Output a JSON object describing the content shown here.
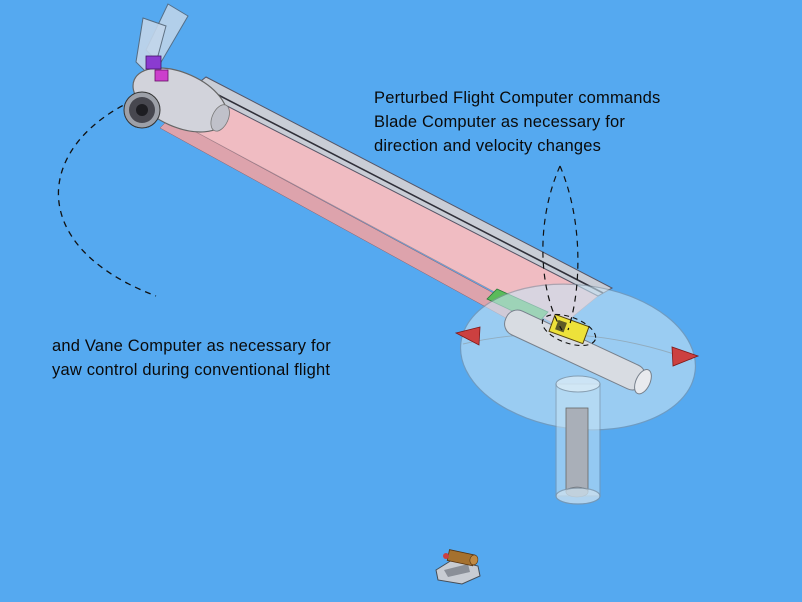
{
  "colors": {
    "background": "#55A9F0",
    "blade_pink": "#F0BCC2",
    "blade_pink_dark": "#DDA3AC",
    "blade_gray": "#C9CDD6",
    "ridge_dark": "#30303A",
    "pod_blue": "#C9E4F4",
    "tube_gray": "#D8DCE2",
    "tube_cap": "#E8EAEE",
    "rod_gray": "#A9AFB8",
    "yellow_box": "#EDE23A",
    "red_tip": "#CC4040",
    "purple_box": "#8A3BD0",
    "magenta_box": "#CC3FCC",
    "green_patch": "#5BBB5B",
    "fin_blue": "#C3D6EA",
    "nacelle_gray": "#D2D3DB",
    "intake_rim": "#9DA0A8",
    "intake_dark": "#47474F",
    "intake_core": "#1D1D22",
    "widget_gray": "#C8CCD3",
    "widget_gold": "#A5712F",
    "dash_line": "#111111"
  },
  "annotations": {
    "top_note_line1": "Perturbed Flight Computer commands",
    "top_note_line2": "Blade Computer as necessary for",
    "top_note_line3": "direction and velocity changes",
    "left_note_line1": "and Vane Computer as necessary for",
    "left_note_line2": "yaw control during conventional flight"
  }
}
